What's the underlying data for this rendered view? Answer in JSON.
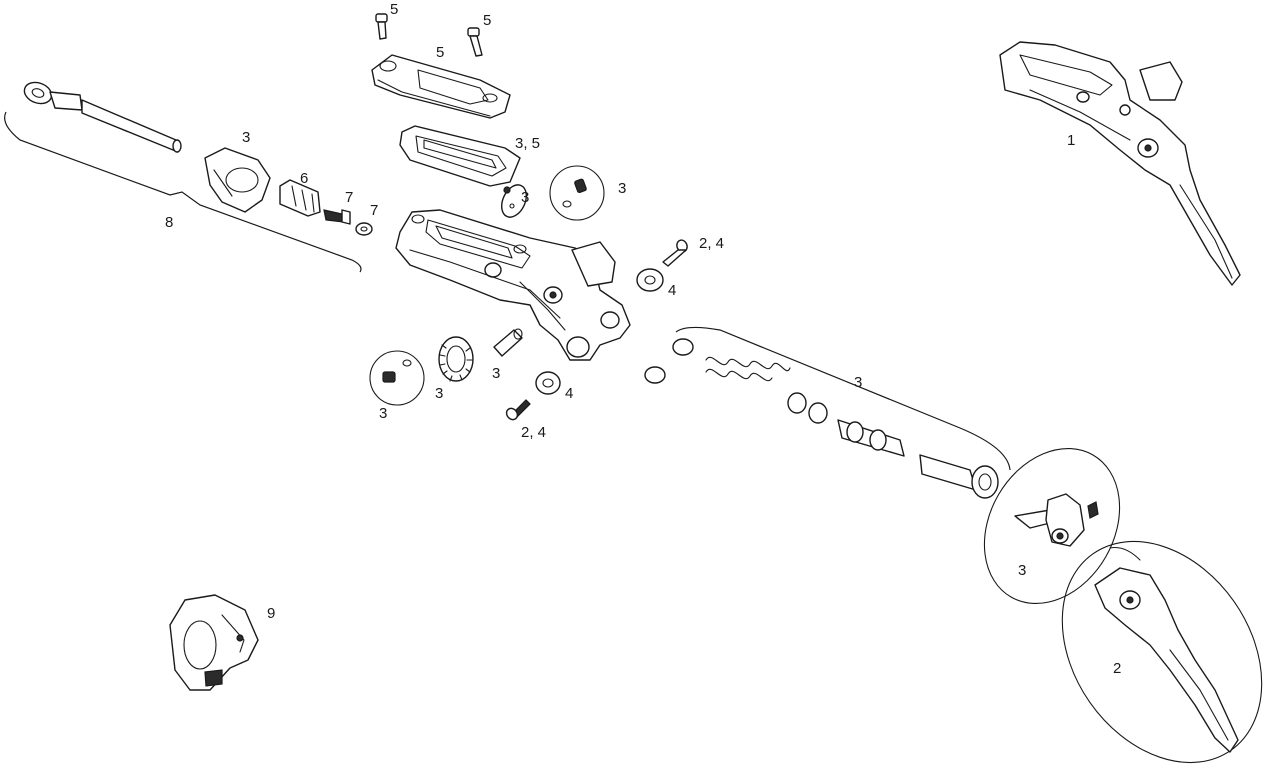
{
  "callouts": {
    "screw_a": "5",
    "screw_b": "5",
    "reservoir_cover": "5",
    "diaphragm": "3, 5",
    "small_disc": "3",
    "adjuster_circle_top": "3",
    "screw_bearing_right": "2, 4",
    "bearing_right": "4",
    "assembly_complete": "1",
    "hose_clamp": "3",
    "barb_nut": "6",
    "barb_small": "7",
    "olive": "7",
    "hose_kit": "8",
    "adjuster_circle_left": "3",
    "gear_knob": "3",
    "pin": "3",
    "bearing_left": "4",
    "screw_bearing_left": "2, 4",
    "piston_kit": "3",
    "cam_assembly": "3",
    "lever_blade": "2",
    "clamp": "9"
  }
}
